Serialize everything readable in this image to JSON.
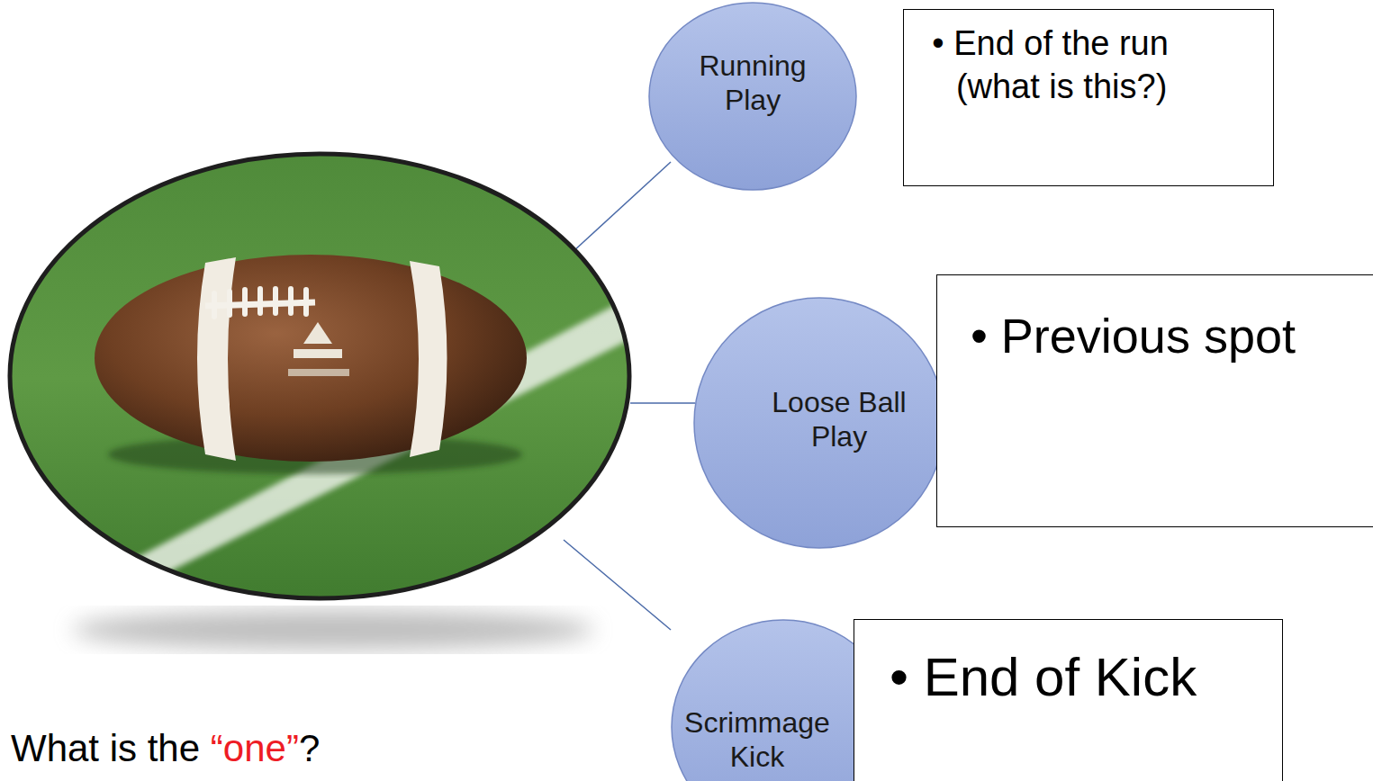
{
  "diagram": {
    "nodes": [
      {
        "text": [
          "Running Play"
        ]
      },
      {
        "text": [
          "• End of the run (what is this?)"
        ]
      },
      {
        "text": [
          "Loose Ball Play"
        ]
      },
      {
        "text": [
          "• Previous spot"
        ]
      },
      {
        "text": [
          "Scrimmage Kick"
        ]
      },
      {
        "text": [
          "• End of Kick"
        ]
      }
    ],
    "labels": [
      "What is the",
      "“one”",
      "?"
    ]
  }
}
